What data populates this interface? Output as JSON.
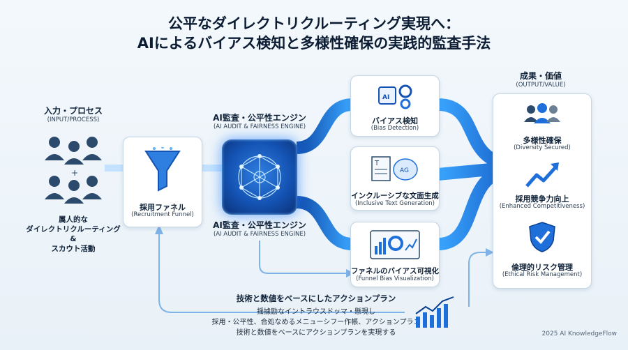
{
  "title": {
    "line1": "公平なダイレクトリクルーティング実現へ：",
    "line2": "AIによるバイアス検知と多様性確保の実践的監査手法"
  },
  "input": {
    "heading": "入力・プロセス",
    "heading_en": "(INPUT/PROCESS)",
    "caption_l1": "属人的な",
    "caption_l2": "ダイレクトリクルーティング",
    "caption_l3": "&",
    "caption_l4": "スカウト活動"
  },
  "funnel": {
    "label": "採用ファネル",
    "label_en": "(Recruitment Funnel)"
  },
  "engine": {
    "top_label": "AI監査・公平性エンジン",
    "top_label_en": "(AI AUDIT & FAIRNESS ENGINE)",
    "bottom_label": "AI監査・公平性エンジン",
    "bottom_label_en": "(AI AUDIT & FAIRNESS ENGINE)"
  },
  "modules": [
    {
      "label": "バイアス検知",
      "label_en": "(Bias Detection)",
      "icon_text": "AI"
    },
    {
      "label": "インクルーシブな文面生成",
      "label_en": "(Inclusive Text Generation)",
      "icon_text": "AG"
    },
    {
      "label": "ファネルのバイアス可視化",
      "label_en": "(Funnel Bias Visualization)"
    }
  ],
  "output": {
    "heading": "成果・価値",
    "heading_en": "(OUTPUT/VALUE)",
    "items": [
      {
        "label": "多様性確保",
        "label_en": "(Diversity Secured)"
      },
      {
        "label": "採用競争力向上",
        "label_en": "(Enhanced Competitiveness)"
      },
      {
        "label": "倫理的リスク管理",
        "label_en": "(Ethical Risk Management)"
      }
    ]
  },
  "action": {
    "heading": "技術と数値をベースにしたアクションプラン",
    "line1": "揺據励なイントラウスドッマ・懸現し",
    "line2": "採用・公平性、合処なめるメニューシフー作帳、アクションプラン",
    "line3": "技術と数値をベースにアクションプランを実現する"
  },
  "footer": "2025 AI KnowledgeFlow",
  "colors": {
    "accent": "#1e6fd9",
    "dark": "#0b1c33",
    "glow": "#5ab4ff"
  }
}
